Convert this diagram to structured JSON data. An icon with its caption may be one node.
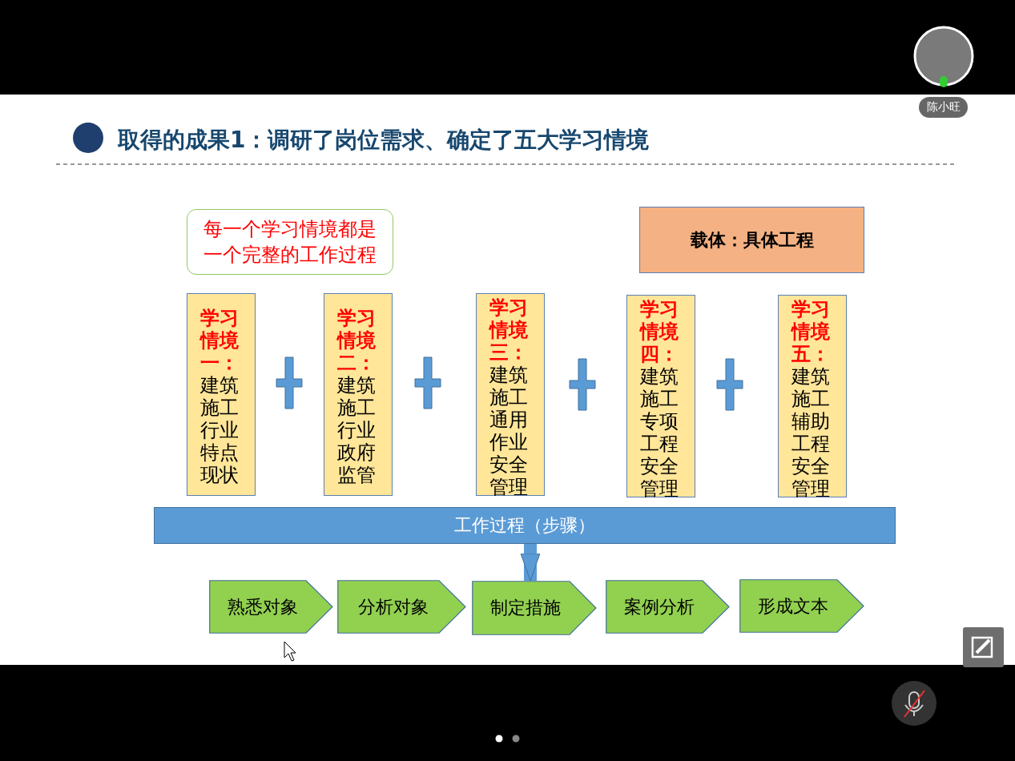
{
  "diagram": {
    "title": "取得的成果1：调研了岗位需求、确定了五大学习情境",
    "nodes": [
      {
        "text": [
          "每一个学习情境都是一个完整的工作过程"
        ]
      },
      {
        "text": [
          "载体：具体工程"
        ]
      },
      {
        "text": [
          "学习情境一：",
          "建筑施工行业特点现状"
        ]
      },
      {
        "text": [
          "学习情境二：",
          "建筑施工行业政府监管"
        ]
      },
      {
        "text": [
          "学习情境三：",
          "建筑施工通用作业安全管理"
        ]
      },
      {
        "text": [
          "学习情境四：",
          "建筑施工专项工程安全管理"
        ]
      },
      {
        "text": [
          "学习情境五：",
          "建筑施工辅助工程安全管理"
        ]
      },
      {
        "text": [
          "工作过程（步骤）"
        ]
      },
      {
        "text": [
          "熟悉对象"
        ]
      },
      {
        "text": [
          "分析对象"
        ]
      },
      {
        "text": [
          "制定措施"
        ]
      },
      {
        "text": [
          "案例分析"
        ]
      },
      {
        "text": [
          "形成文本"
        ]
      }
    ],
    "edges": [
      {
        "from": 7,
        "to": 10,
        "arrow": "to"
      }
    ],
    "labels": [
      "陈小旺"
    ]
  }
}
